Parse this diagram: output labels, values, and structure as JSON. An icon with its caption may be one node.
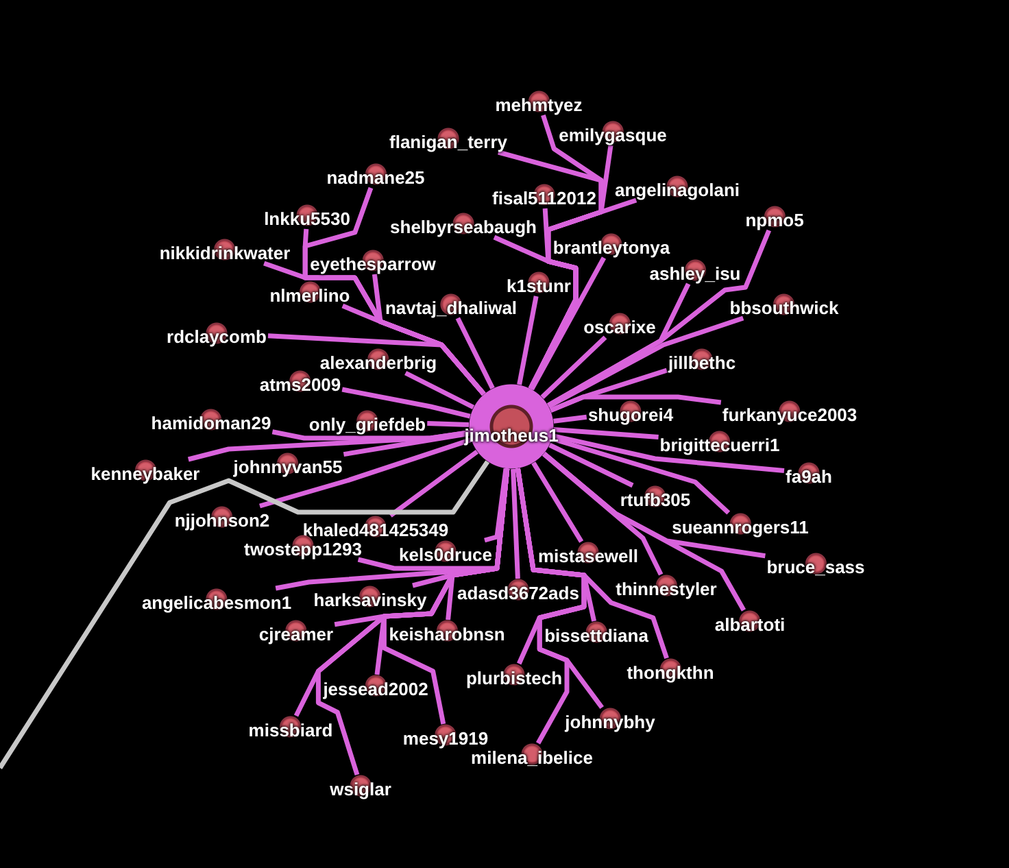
{
  "diagram": {
    "nodes": [
      {
        "text": [
          "jimotheus1"
        ]
      },
      {
        "text": [
          "mehmtyez"
        ]
      },
      {
        "text": [
          "emilygasque"
        ]
      },
      {
        "text": [
          "flanigan_terry"
        ]
      },
      {
        "text": [
          "nadmane25"
        ]
      },
      {
        "text": [
          "angelinagolani"
        ]
      },
      {
        "text": [
          "fisal5112012"
        ]
      },
      {
        "text": [
          "lnkku5530"
        ]
      },
      {
        "text": [
          "npmo5"
        ]
      },
      {
        "text": [
          "shelbyrseabaugh"
        ]
      },
      {
        "text": [
          "brantleytonya"
        ]
      },
      {
        "text": [
          "nikkidrinkwater"
        ]
      },
      {
        "text": [
          "eyethesparrow"
        ]
      },
      {
        "text": [
          "ashley_isu"
        ]
      },
      {
        "text": [
          "k1stunr"
        ]
      },
      {
        "text": [
          "nlmerlino"
        ]
      },
      {
        "text": [
          "navtaj_dhaliwal"
        ]
      },
      {
        "text": [
          "bbsouthwick"
        ]
      },
      {
        "text": [
          "oscarixe"
        ]
      },
      {
        "text": [
          "rdclaycomb"
        ]
      },
      {
        "text": [
          "alexanderbrig"
        ]
      },
      {
        "text": [
          "jillbethc"
        ]
      },
      {
        "text": [
          "atms2009"
        ]
      },
      {
        "text": [
          "shugorei4"
        ]
      },
      {
        "text": [
          "furkanyuce2003"
        ]
      },
      {
        "text": [
          "hamidoman29"
        ]
      },
      {
        "text": [
          "only_griefdeb"
        ]
      },
      {
        "text": [
          "brigittecuerri1"
        ]
      },
      {
        "text": [
          "johnnyvan55"
        ]
      },
      {
        "text": [
          "kenneybaker"
        ]
      },
      {
        "text": [
          "fa9ah"
        ]
      },
      {
        "text": [
          "rtufb305"
        ]
      },
      {
        "text": [
          "njjohnson2"
        ]
      },
      {
        "text": [
          "sueannrogers11"
        ]
      },
      {
        "text": [
          "khaled481425349"
        ]
      },
      {
        "text": [
          "twostepp1293"
        ]
      },
      {
        "text": [
          "kels0druce"
        ]
      },
      {
        "text": [
          "mistasewell"
        ]
      },
      {
        "text": [
          "bruce_sass"
        ]
      },
      {
        "text": [
          "thinnestyler"
        ]
      },
      {
        "text": [
          "adasd3672ads"
        ]
      },
      {
        "text": [
          "harksavinsky"
        ]
      },
      {
        "text": [
          "angelicabesmon1"
        ]
      },
      {
        "text": [
          "albartoti"
        ]
      },
      {
        "text": [
          "cjreamer"
        ]
      },
      {
        "text": [
          "keisharobnsn"
        ]
      },
      {
        "text": [
          "bissettdiana"
        ]
      },
      {
        "text": [
          "thongkthn"
        ]
      },
      {
        "text": [
          "plurbistech"
        ]
      },
      {
        "text": [
          "jessead2002"
        ]
      },
      {
        "text": [
          "johnnybhy"
        ]
      },
      {
        "text": [
          "missbiard"
        ]
      },
      {
        "text": [
          "mesy1919"
        ]
      },
      {
        "text": [
          "milena_ibelice"
        ]
      },
      {
        "text": [
          "wsiglar"
        ]
      }
    ],
    "edges": [
      {
        "from": 0,
        "to": 1,
        "arrow": "none"
      },
      {
        "from": 0,
        "to": 2,
        "arrow": "none"
      },
      {
        "from": 0,
        "to": 3,
        "arrow": "none"
      },
      {
        "from": 0,
        "to": 4,
        "arrow": "none"
      },
      {
        "from": 0,
        "to": 5,
        "arrow": "none"
      },
      {
        "from": 0,
        "to": 6,
        "arrow": "none"
      },
      {
        "from": 0,
        "to": 7,
        "arrow": "none"
      },
      {
        "from": 0,
        "to": 8,
        "arrow": "none"
      },
      {
        "from": 0,
        "to": 9,
        "arrow": "none"
      },
      {
        "from": 0,
        "to": 10,
        "arrow": "none"
      },
      {
        "from": 0,
        "to": 11,
        "arrow": "none"
      },
      {
        "from": 0,
        "to": 12,
        "arrow": "none"
      },
      {
        "from": 0,
        "to": 13,
        "arrow": "none"
      },
      {
        "from": 0,
        "to": 14,
        "arrow": "none"
      },
      {
        "from": 0,
        "to": 15,
        "arrow": "none"
      },
      {
        "from": 0,
        "to": 16,
        "arrow": "none"
      },
      {
        "from": 0,
        "to": 17,
        "arrow": "none"
      },
      {
        "from": 0,
        "to": 18,
        "arrow": "none"
      },
      {
        "from": 0,
        "to": 19,
        "arrow": "none"
      },
      {
        "from": 0,
        "to": 20,
        "arrow": "none"
      },
      {
        "from": 0,
        "to": 21,
        "arrow": "none"
      },
      {
        "from": 0,
        "to": 22,
        "arrow": "none"
      },
      {
        "from": 0,
        "to": 23,
        "arrow": "none"
      },
      {
        "from": 0,
        "to": 24,
        "arrow": "none"
      },
      {
        "from": 0,
        "to": 25,
        "arrow": "none"
      },
      {
        "from": 0,
        "to": 26,
        "arrow": "none"
      },
      {
        "from": 0,
        "to": 27,
        "arrow": "none"
      },
      {
        "from": 0,
        "to": 28,
        "arrow": "none"
      },
      {
        "from": 0,
        "to": 29,
        "arrow": "none"
      },
      {
        "from": 0,
        "to": 30,
        "arrow": "none"
      },
      {
        "from": 0,
        "to": 31,
        "arrow": "none"
      },
      {
        "from": 0,
        "to": 32,
        "arrow": "none"
      },
      {
        "from": 0,
        "to": 33,
        "arrow": "none"
      },
      {
        "from": 0,
        "to": 34,
        "arrow": "none"
      },
      {
        "from": 0,
        "to": 35,
        "arrow": "none"
      },
      {
        "from": 0,
        "to": 36,
        "arrow": "none"
      },
      {
        "from": 0,
        "to": 37,
        "arrow": "none"
      },
      {
        "from": 0,
        "to": 38,
        "arrow": "none"
      },
      {
        "from": 0,
        "to": 39,
        "arrow": "none"
      },
      {
        "from": 0,
        "to": 40,
        "arrow": "none"
      },
      {
        "from": 0,
        "to": 41,
        "arrow": "none"
      },
      {
        "from": 0,
        "to": 42,
        "arrow": "none"
      },
      {
        "from": 0,
        "to": 43,
        "arrow": "none"
      },
      {
        "from": 0,
        "to": 44,
        "arrow": "none"
      },
      {
        "from": 0,
        "to": 45,
        "arrow": "none"
      },
      {
        "from": 0,
        "to": 46,
        "arrow": "none"
      },
      {
        "from": 0,
        "to": 47,
        "arrow": "none"
      },
      {
        "from": 0,
        "to": 48,
        "arrow": "none"
      },
      {
        "from": 0,
        "to": 49,
        "arrow": "none"
      },
      {
        "from": 0,
        "to": 50,
        "arrow": "none"
      },
      {
        "from": 0,
        "to": 51,
        "arrow": "none"
      },
      {
        "from": 0,
        "to": 52,
        "arrow": "none"
      },
      {
        "from": 0,
        "to": 53,
        "arrow": "none"
      },
      {
        "from": 0,
        "to": 54,
        "arrow": "none"
      },
      {
        "from": 0,
        "to": null,
        "arrow": "none",
        "color": "#c8c8c8"
      }
    ]
  }
}
